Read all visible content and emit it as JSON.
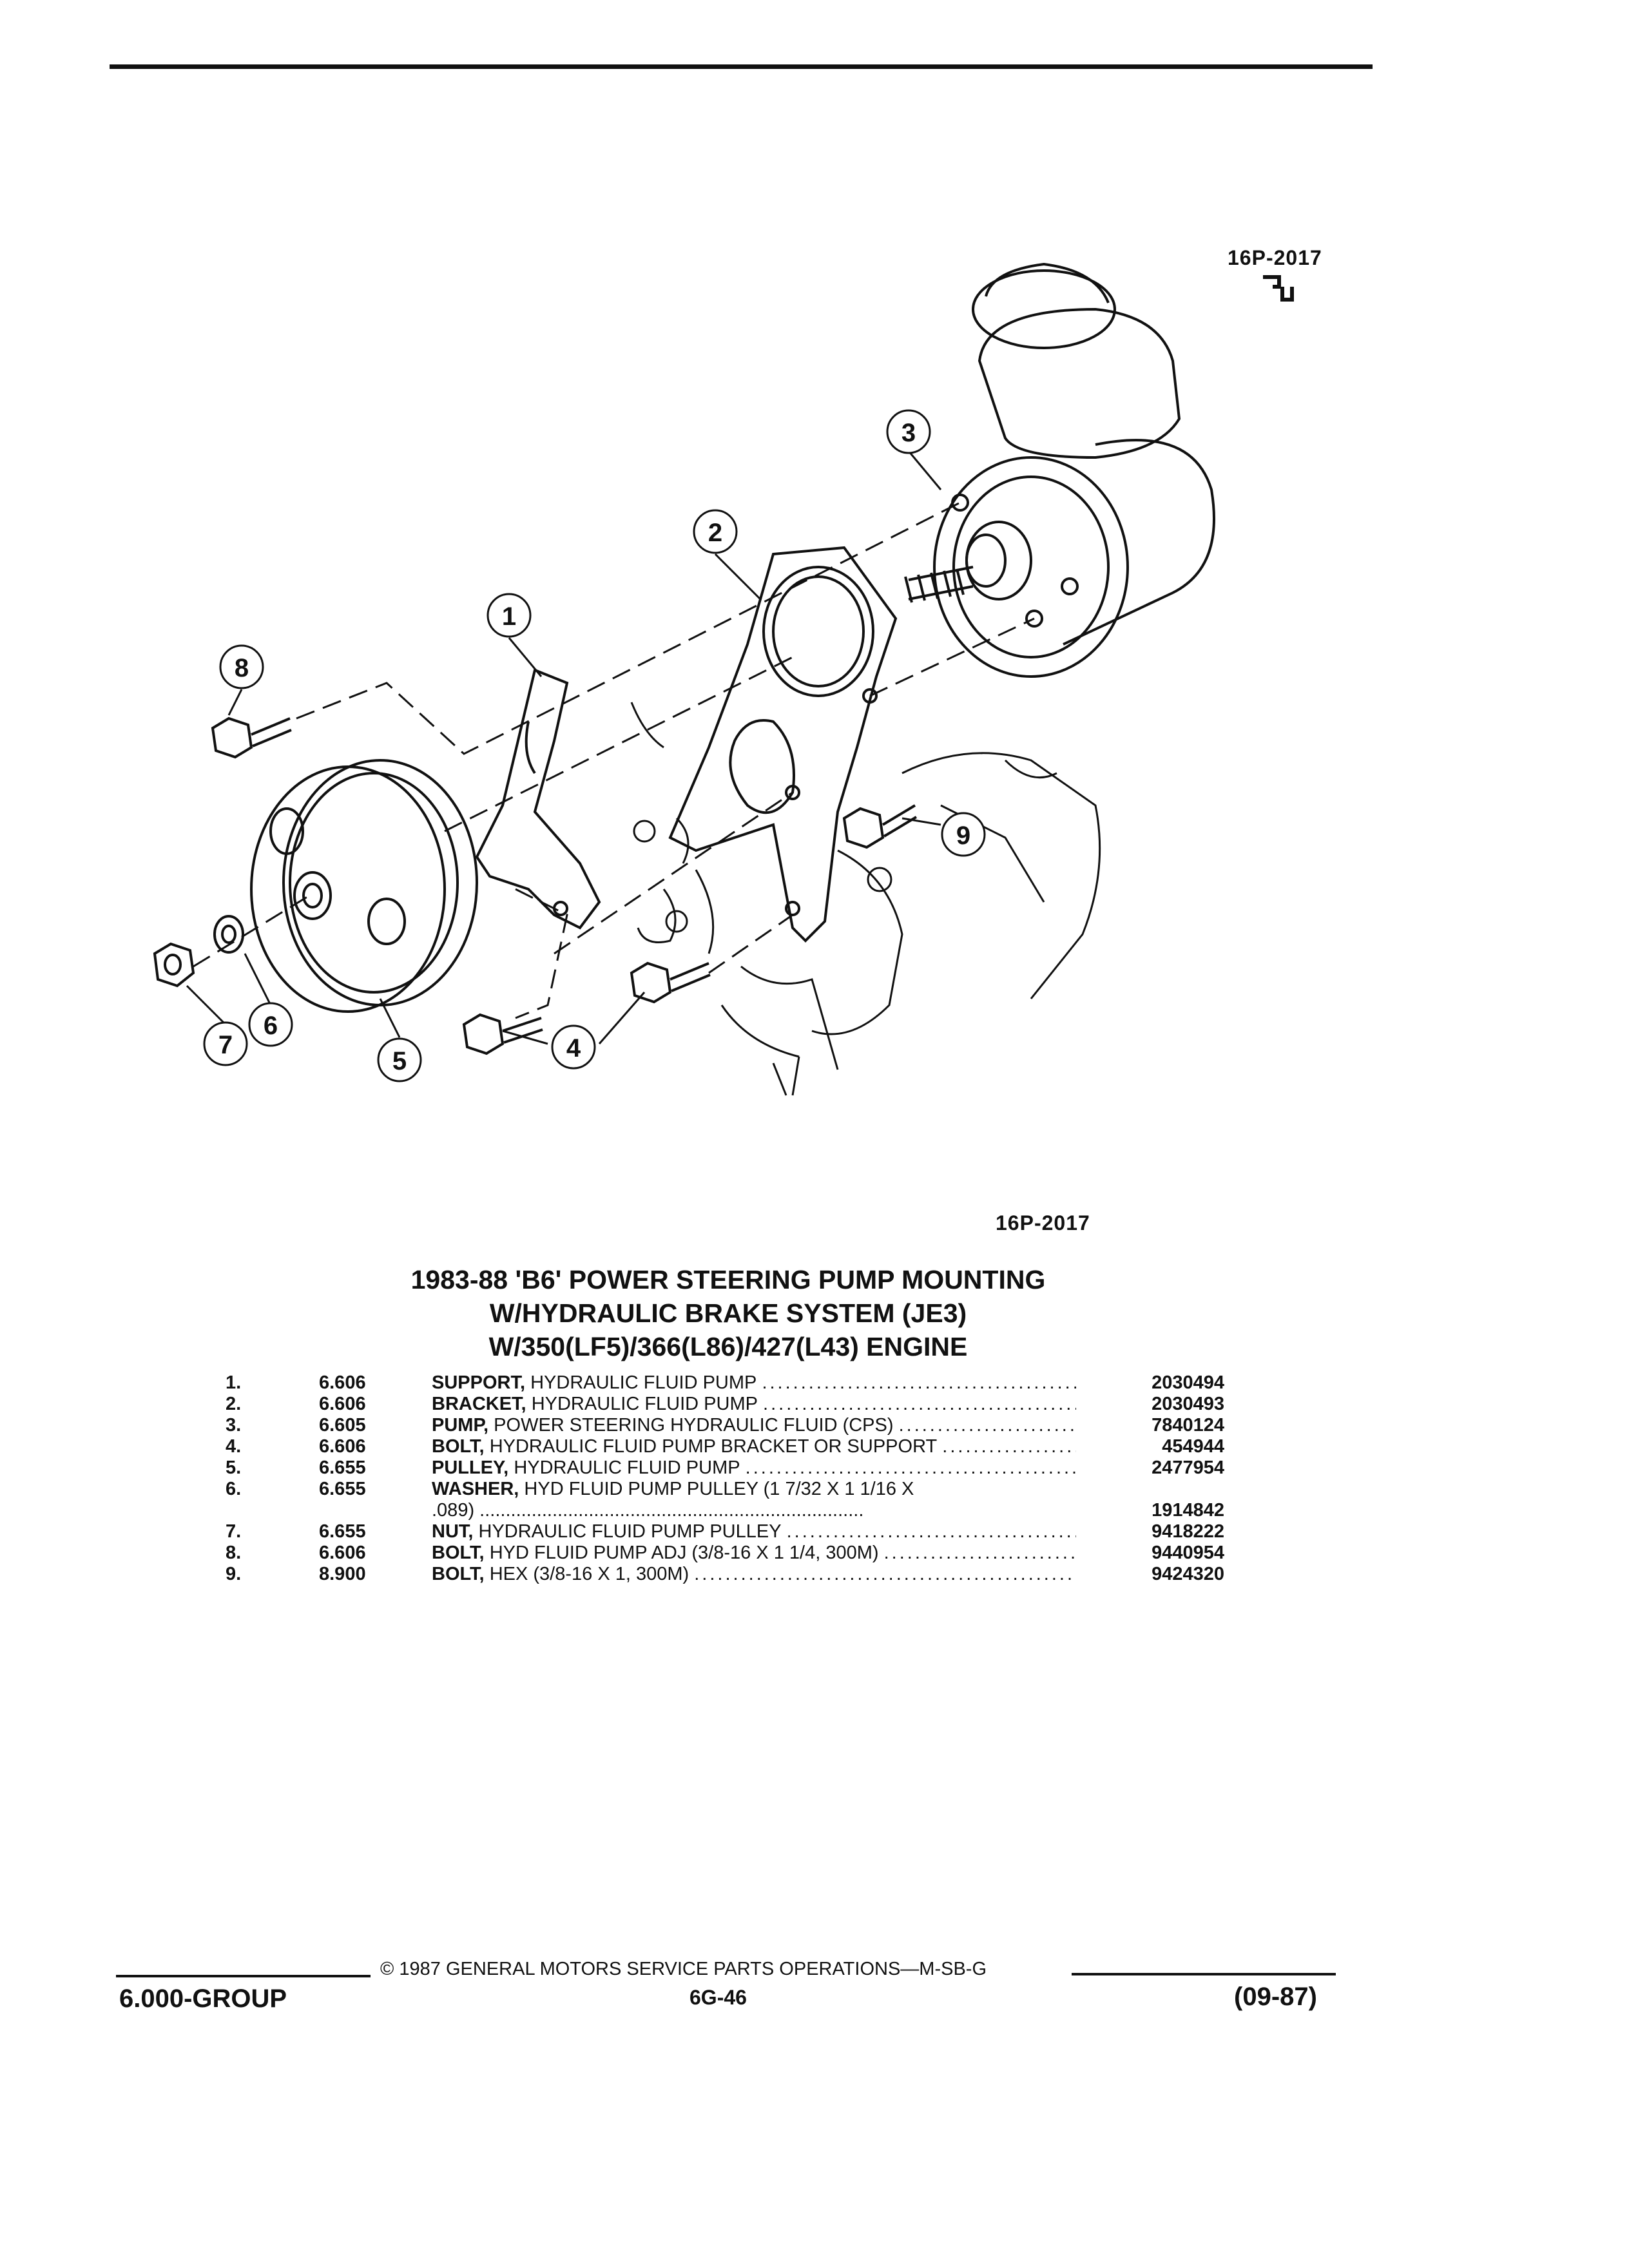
{
  "figure": {
    "code_top": "16P-2017",
    "code_bottom": "16P-2017"
  },
  "callouts": [
    "1",
    "2",
    "3",
    "4",
    "5",
    "6",
    "7",
    "8",
    "9"
  ],
  "title": {
    "line1": "1983-88 'B6' POWER STEERING PUMP MOUNTING",
    "line2": "W/HYDRAULIC BRAKE SYSTEM (JE3)",
    "line3": "W/350(LF5)/366(L86)/427(L43) ENGINE"
  },
  "parts": [
    {
      "num": "1.",
      "group": "6.606",
      "name": "SUPPORT,",
      "desc": "HYDRAULIC FLUID PUMP",
      "part_no": "2030494"
    },
    {
      "num": "2.",
      "group": "6.606",
      "name": "BRACKET,",
      "desc": "HYDRAULIC FLUID PUMP",
      "part_no": "2030493"
    },
    {
      "num": "3.",
      "group": "6.605",
      "name": "PUMP,",
      "desc": "POWER STEERING HYDRAULIC FLUID (CPS)",
      "part_no": "7840124"
    },
    {
      "num": "4.",
      "group": "6.606",
      "name": "BOLT,",
      "desc": "HYDRAULIC FLUID PUMP BRACKET OR SUPPORT",
      "part_no": "454944"
    },
    {
      "num": "5.",
      "group": "6.655",
      "name": "PULLEY,",
      "desc": "HYDRAULIC FLUID PUMP",
      "part_no": "2477954"
    },
    {
      "num": "6.",
      "group": "6.655",
      "name": "WASHER,",
      "desc": "HYD FLUID PUMP PULLEY (1 7/32 X 1 1/16 X",
      "desc2": ".089)",
      "part_no": "1914842"
    },
    {
      "num": "7.",
      "group": "6.655",
      "name": "NUT,",
      "desc": "HYDRAULIC FLUID PUMP PULLEY",
      "part_no": "9418222"
    },
    {
      "num": "8.",
      "group": "6.606",
      "name": "BOLT,",
      "desc": "HYD FLUID PUMP ADJ (3/8-16 X 1 1/4, 300M)",
      "part_no": "9440954"
    },
    {
      "num": "9.",
      "group": "8.900",
      "name": "BOLT,",
      "desc": "HEX (3/8-16 X 1, 300M)",
      "part_no": "9424320"
    }
  ],
  "footer": {
    "copyright": "© 1987 GENERAL MOTORS SERVICE PARTS OPERATIONS—M-SB-G",
    "group": "6.000-GROUP",
    "page": "6G-46",
    "date_code": "(09-87)"
  }
}
